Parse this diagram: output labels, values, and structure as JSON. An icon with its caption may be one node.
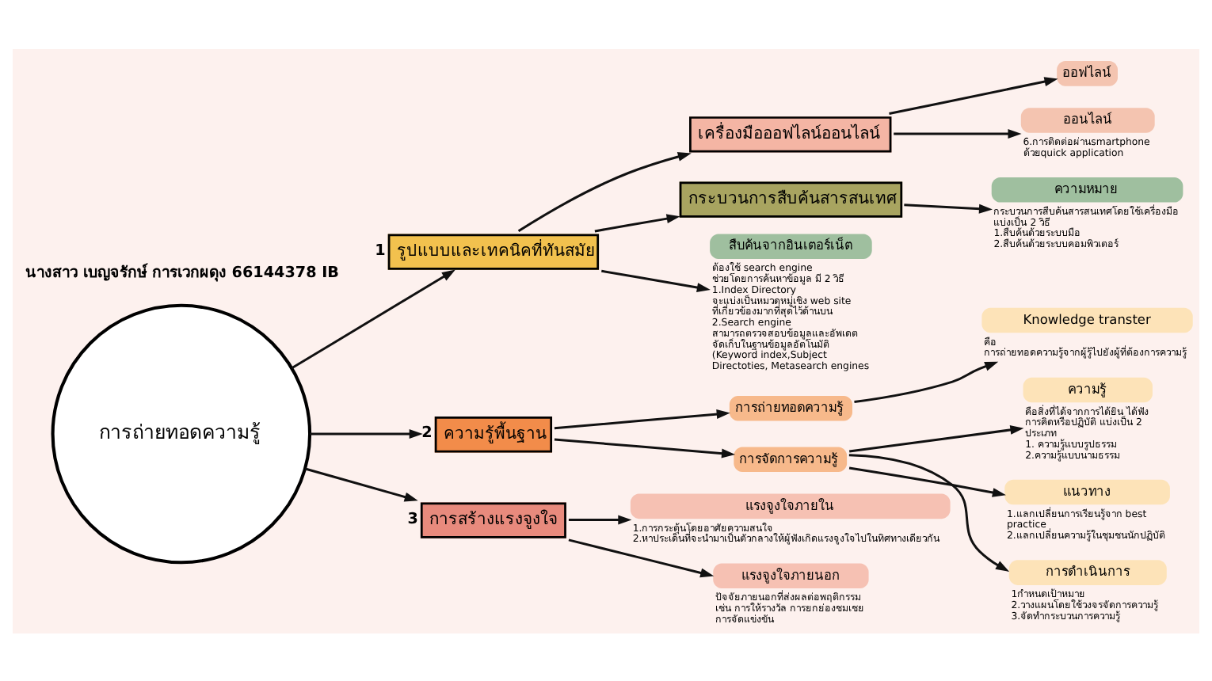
{
  "diagram": {
    "nodes": [
      {
        "text": [
          "การถ่ายทอดความรู้"
        ]
      },
      {
        "text": [
          "รูปแบบและเทคนิคที่ทันสมัย"
        ],
        "beside": [
          "1"
        ]
      },
      {
        "text": [
          "เครื่องมือออฟไลน์ออนไลน์"
        ]
      },
      {
        "text": [
          "ออฟไลน์"
        ]
      },
      {
        "text": [
          "ออนไลน์"
        ],
        "beside": [
          "6.การติดต่อผ่านsmartphone ด้วยquick application"
        ]
      },
      {
        "text": [
          "กระบวนการสืบค้นสารสนเทศ"
        ]
      },
      {
        "text": [
          "ความหมาย"
        ],
        "beside": [
          "กระบวนการสืบค้นสารสนเทศโดยใช้เครื่องมือ แบ่งเป็น 2 วิธี",
          "1.สืบค้นด้วยระบบมือ",
          "2.สืบค้นด้วยระบบคอมพิวเตอร์"
        ]
      },
      {
        "text": [
          "สืบค้นจากอินเตอร์เน็ต"
        ],
        "beside": [
          "ต้องใช้ search engine ช่วยโดยการค้นหาข้อมูล มี 2 วิธี",
          "1.Index Directory จะแบ่งเป็นหมวดหมู่เชิง web site ที่เกี่ยวข้องมากที่สุดไว้ด้านบน",
          "2.Search engine สามารถตรวจสอบข้อมูลและอัพเดต จัดเก็บในฐานข้อมูลอัตโนมัติ (Keyword index,Subject Directoties, Metasearch engines"
        ]
      },
      {
        "text": [
          "ความรู้พื้นฐาน"
        ],
        "beside": [
          "2"
        ]
      },
      {
        "text": [
          "การถ่ายทอดความรู้"
        ]
      },
      {
        "text": [
          "Knowledge transter"
        ],
        "beside": [
          "คือ การถ่ายทอดความรู้จากผู้รู้ไปยังผู้ที่ต้องการความรู้"
        ]
      },
      {
        "text": [
          "การจัดการความรู้"
        ]
      },
      {
        "text": [
          "ความรู้"
        ],
        "beside": [
          "คือสิ่งที่ได้จากการได้ยิน ได้ฟัง การคิดหรือปฏิบัติ แบ่งเป็น 2 ประเภท",
          "1. ความรู้แบบรูปธรรม",
          "2.ความรู้แบบนามธรรม"
        ]
      },
      {
        "text": [
          "แนวทาง"
        ],
        "beside": [
          "1.แลกเปลี่ยนการเรียนรู้จาก best practice",
          "2.แลกเปลี่ยนความรู้ในชุมชนนักปฏิบัติ"
        ]
      },
      {
        "text": [
          "การดำเนินการ"
        ],
        "beside": [
          "1กำหนดเป้าหมาย",
          "2.วางแผนโดยใช้วงจรจัดการความรู้",
          "3.จัดทำกระบวนการความรู้"
        ]
      },
      {
        "text": [
          "การสร้างแรงจูงใจ"
        ],
        "beside": [
          "3"
        ]
      },
      {
        "text": [
          "แรงจูงใจภายใน"
        ],
        "beside": [
          "1.การกระตุ้นโดยอาศัยความสนใจ",
          "2.หาประเด็นที่จะนำมาเป็นตัวกลางให้ผู้ฟังเกิดแรงจูงใจไปในทิศทางเดียวกัน"
        ]
      },
      {
        "text": [
          "แรงจูงใจภายนอก"
        ],
        "beside": [
          "ปัจจัยภายนอกที่ส่งผลต่อพฤติกรรม เช่น การให้รางวัล การยกย่องชมเชย การจัดแข่งขัน"
        ]
      }
    ],
    "edges": [
      {
        "from": 0,
        "to": 1,
        "arrow": "to"
      },
      {
        "from": 1,
        "to": 2,
        "arrow": "to"
      },
      {
        "from": 2,
        "to": 3,
        "arrow": "to"
      },
      {
        "from": 2,
        "to": 4,
        "arrow": "to"
      },
      {
        "from": 1,
        "to": 5,
        "arrow": "to"
      },
      {
        "from": 1,
        "to": 7,
        "arrow": "to"
      },
      {
        "from": 5,
        "to": 6,
        "arrow": "to"
      },
      {
        "from": 0,
        "to": 8,
        "arrow": "to"
      },
      {
        "from": 0,
        "to": 15,
        "arrow": "to"
      },
      {
        "from": 8,
        "to": 9,
        "arrow": "to"
      },
      {
        "from": 9,
        "to": 10,
        "arrow": "to"
      },
      {
        "from": 8,
        "to": 11,
        "arrow": "to"
      },
      {
        "from": 11,
        "to": 12,
        "arrow": "to"
      },
      {
        "from": 11,
        "to": 13,
        "arrow": "to"
      },
      {
        "from": 11,
        "to": 14,
        "arrow": "to"
      },
      {
        "from": 15,
        "to": 16,
        "arrow": "to"
      },
      {
        "from": 15,
        "to": 17,
        "arrow": "to"
      }
    ],
    "labels": [
      "นางสาว เบญจรักษ์ การเวกผดุง 66144378 IB"
    ]
  }
}
